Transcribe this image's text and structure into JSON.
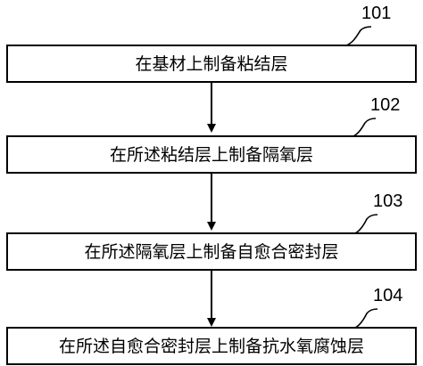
{
  "steps": [
    {
      "number": "101",
      "label": "在基材上制备粘结层"
    },
    {
      "number": "102",
      "label": "在所述粘结层上制备隔氧层"
    },
    {
      "number": "103",
      "label": "在所述隔氧层上制备自愈合密封层"
    },
    {
      "number": "104",
      "label": "在所述自愈合密封层上制备抗水氧腐蚀层"
    }
  ]
}
